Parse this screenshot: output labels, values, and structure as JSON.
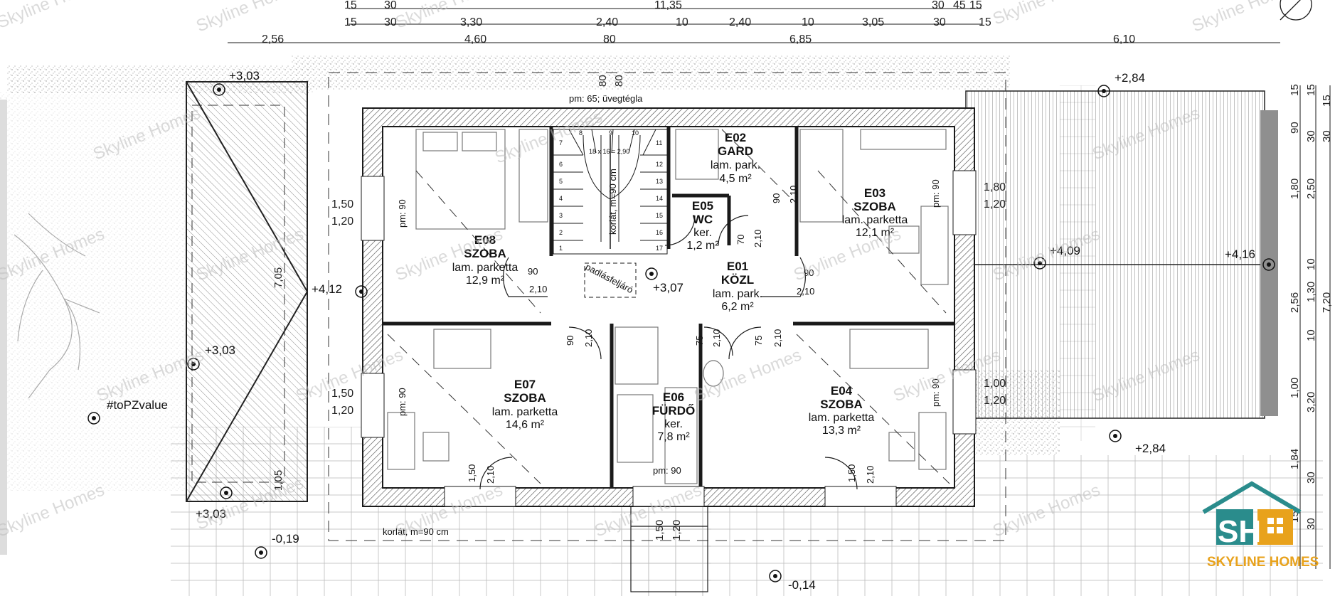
{
  "dimensions": {
    "row1": [
      "15",
      "30",
      "11,35",
      "30",
      "45",
      "15"
    ],
    "row2": [
      "15",
      "30",
      "3,30",
      "2,40",
      "10",
      "2,40",
      "10",
      "3,05",
      "30",
      "15"
    ],
    "row3": [
      "2,56",
      "4,60",
      "80",
      "6,85",
      "6,10"
    ],
    "right_col_a": [
      "15",
      "90",
      "1,80",
      "2,56",
      "1,00",
      "1,84",
      "15"
    ],
    "right_col_b": [
      "15",
      "30",
      "2,50",
      "10",
      "1,30",
      "10",
      "3,20",
      "30",
      "30"
    ],
    "right_col_c": [
      "15",
      "30",
      "7,20"
    ],
    "stair_riser": [
      "80",
      "80"
    ],
    "left_roof": [
      "7,05",
      "1,05"
    ],
    "entrance": [
      "1,50",
      "1,20"
    ]
  },
  "levels": [
    "+3,03",
    "+2,84",
    "+4,12",
    "+3,03",
    "+3,07",
    "+4,09",
    "+4,16",
    "+2,84",
    "+3,03",
    "-0,19",
    "-0,14"
  ],
  "placeholder_label": "#toPZvalue",
  "notes": {
    "glass_block": "pm: 65; üvegtégla",
    "railing_stair": "korlát, m=90 cm",
    "railing_bottom": "korlát, m=90 cm",
    "attic_hatch": "padlásfeljáró",
    "stair_spec": "18 x 16 = 2,90"
  },
  "rooms": [
    {
      "code": "E08",
      "name": "SZOBA",
      "floor": "lam. parketta",
      "area": "12,9 m²"
    },
    {
      "code": "E02",
      "name": "GARD",
      "floor": "lam. park.",
      "area": "4,5 m²"
    },
    {
      "code": "E05",
      "name": "WC",
      "floor": "ker.",
      "area": "1,2 m²"
    },
    {
      "code": "E03",
      "name": "SZOBA",
      "floor": "lam. parketta",
      "area": "12,1 m²"
    },
    {
      "code": "E01",
      "name": "KÖZL",
      "floor": "lam. park.",
      "area": "6,2 m²"
    },
    {
      "code": "E07",
      "name": "SZOBA",
      "floor": "lam. parketta",
      "area": "14,6 m²"
    },
    {
      "code": "E06",
      "name": "FÜRDŐ",
      "floor": "ker.",
      "area": "7,8 m²"
    },
    {
      "code": "E04",
      "name": "SZOBA",
      "floor": "lam. parketta",
      "area": "13,3 m²"
    }
  ],
  "windows": [
    {
      "top": "1,50",
      "bottom": "1,20",
      "sill": "pm: 90"
    },
    {
      "top": "1,80",
      "bottom": "1,20",
      "sill": "pm: 90"
    },
    {
      "top": "1,50",
      "bottom": "1,20",
      "sill": "pm: 90"
    },
    {
      "top": "1,00",
      "bottom": "1,20",
      "sill": "pm: 90"
    }
  ],
  "bath_sill": "pm: 90",
  "doors": [
    "90",
    "2,10",
    "90",
    "2,10",
    "90",
    "2,10",
    "75",
    "2,10",
    "90",
    "2,10",
    "70",
    "2,10",
    "75",
    "2,10",
    "1,50",
    "2,10",
    "1,50",
    "2,10"
  ],
  "stair_numbers": [
    "1",
    "2",
    "3",
    "4",
    "5",
    "6",
    "7",
    "8",
    "9",
    "10",
    "11",
    "12",
    "13",
    "14",
    "15",
    "16",
    "17"
  ],
  "watermark": "Skyline Homes",
  "logo": {
    "initials": "SH",
    "text": "SKYLINE HOMES"
  },
  "colors": {
    "line": "#1a1a1a",
    "hatch": "#555555",
    "gravel": "#9a9a9a",
    "roof_strip": "#8f8f8f",
    "logo_teal": "#2a8c8c",
    "logo_orange": "#e8a21c"
  }
}
